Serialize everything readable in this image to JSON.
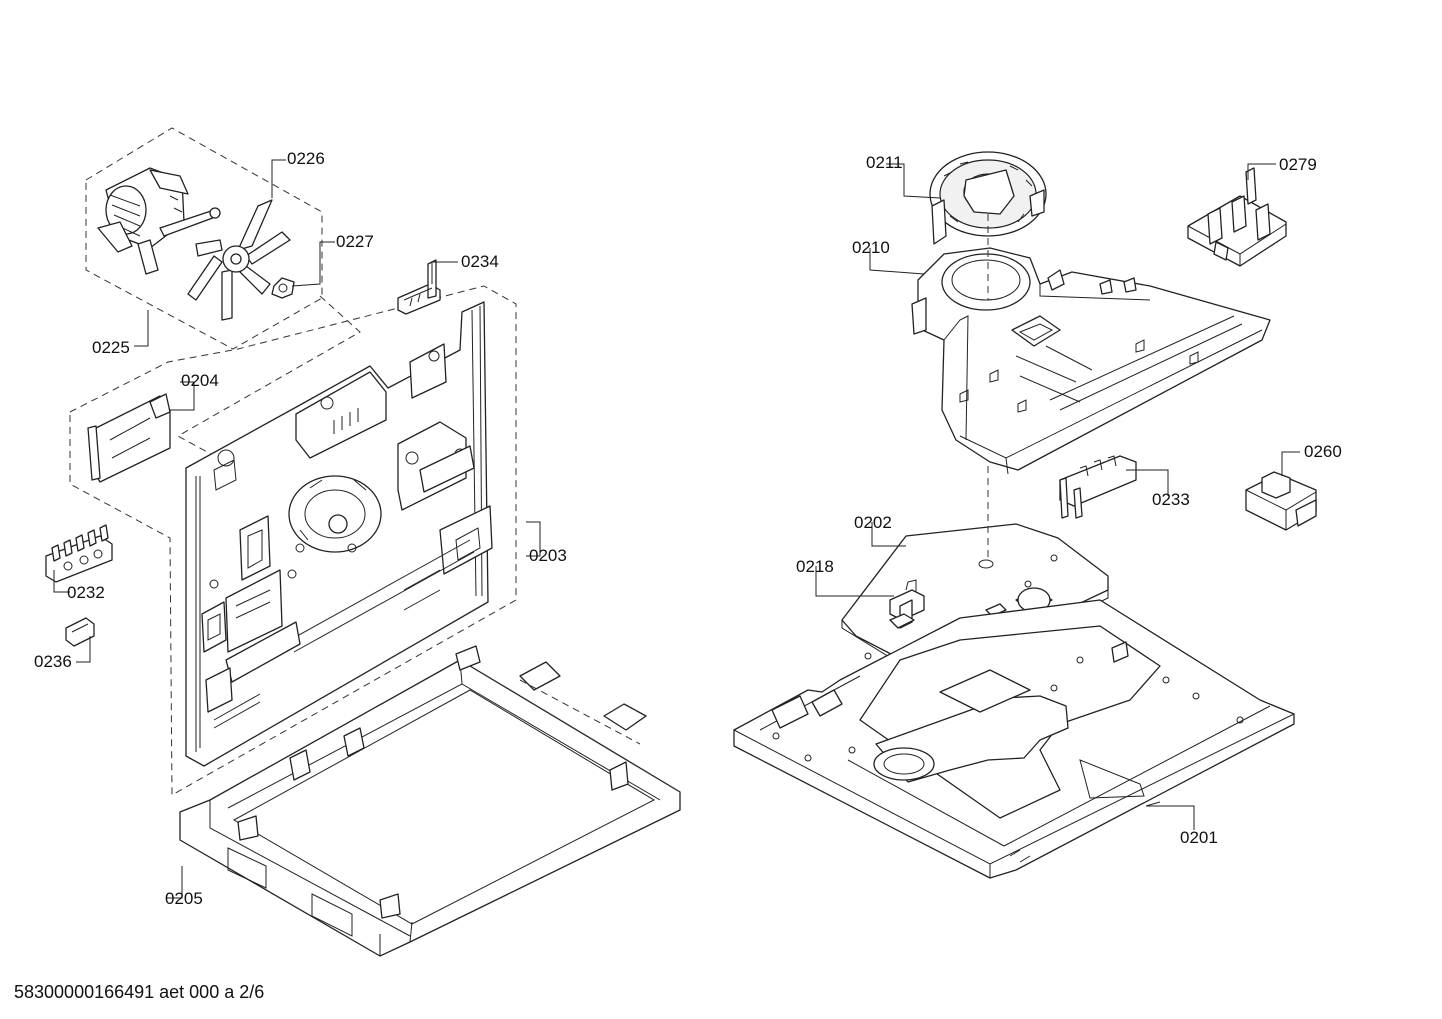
{
  "diagram": {
    "labels": {
      "p0201": "0201",
      "p0202": "0202",
      "p0203": "0203",
      "p0204": "0204",
      "p0205": "0205",
      "p0210": "0210",
      "p0211": "0211",
      "p0218": "0218",
      "p0225": "0225",
      "p0226": "0226",
      "p0227": "0227",
      "p0232": "0232",
      "p0233": "0233",
      "p0234": "0234",
      "p0236": "0236",
      "p0260": "0260",
      "p0279": "0279"
    },
    "footer": "58300000166491 aet 000 a 2/6"
  }
}
